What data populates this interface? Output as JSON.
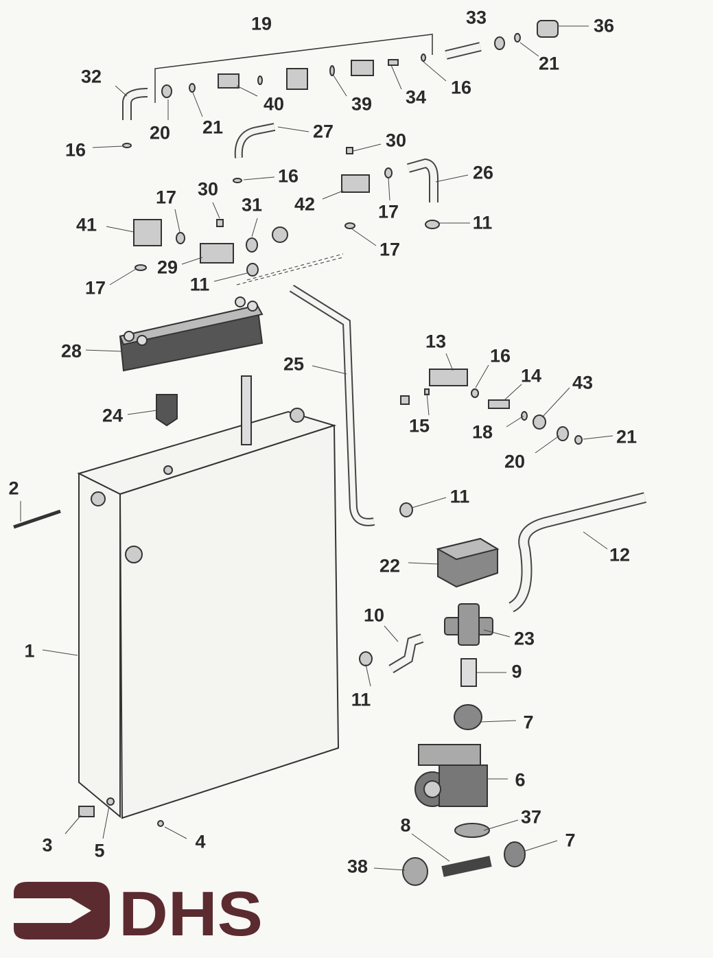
{
  "diagram": {
    "type": "exploded-parts-diagram",
    "part_labels": [
      "19",
      "33",
      "36",
      "32",
      "21",
      "40",
      "39",
      "34",
      "16",
      "20",
      "21",
      "27",
      "16",
      "30",
      "16",
      "26",
      "17",
      "30",
      "31",
      "42",
      "17",
      "41",
      "11",
      "29",
      "17",
      "11",
      "17",
      "13",
      "28",
      "25",
      "16",
      "14",
      "43",
      "24",
      "15",
      "18",
      "21",
      "20",
      "2",
      "11",
      "12",
      "22",
      "10",
      "1",
      "23",
      "9",
      "11",
      "7",
      "6",
      "37",
      "8",
      "7",
      "3",
      "5",
      "4",
      "38"
    ]
  },
  "logo": {
    "text": "DHS",
    "color": "#5b2b30"
  },
  "colors": {
    "line": "#333333",
    "part_fill": "#dcdcd8",
    "dark": "#444444"
  }
}
